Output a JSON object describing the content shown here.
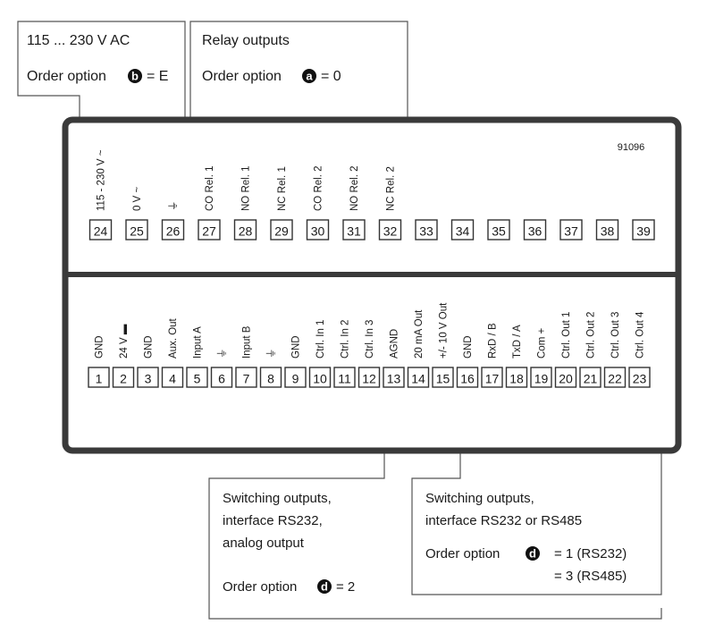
{
  "figure_id": "91096",
  "power_box": {
    "line1": "115 ... 230 V AC",
    "order_prefix": "Order option",
    "option_letter": "b",
    "order_suffix": "= E"
  },
  "relay_box": {
    "line1": "Relay outputs",
    "order_prefix": "Order option",
    "option_letter": "a",
    "order_suffix": "= 0"
  },
  "analog_box": {
    "lines": [
      "Switching outputs,",
      "interface RS232,",
      "analog output"
    ],
    "order_prefix": "Order option",
    "option_letter": "d",
    "order_suffix": "= 2"
  },
  "serial_box": {
    "lines": [
      "Switching outputs,",
      "interface RS232 or RS485"
    ],
    "order_prefix": "Order option",
    "option_letter": "d",
    "order_suffix": "= 1 (RS232)",
    "order_suffix2": "= 3 (RS485)"
  },
  "top_terminals": [
    {
      "num": "24",
      "label": "115 - 230 V ~"
    },
    {
      "num": "25",
      "label": "0 V ~"
    },
    {
      "num": "26",
      "label": "⏚"
    },
    {
      "num": "27",
      "label": "CO Rel. 1"
    },
    {
      "num": "28",
      "label": "NO Rel. 1"
    },
    {
      "num": "29",
      "label": "NC Rel. 1"
    },
    {
      "num": "30",
      "label": "CO Rel. 2"
    },
    {
      "num": "31",
      "label": "NO Rel. 2"
    },
    {
      "num": "32",
      "label": "NC Rel. 2"
    },
    {
      "num": "33",
      "label": ""
    },
    {
      "num": "34",
      "label": ""
    },
    {
      "num": "35",
      "label": ""
    },
    {
      "num": "36",
      "label": ""
    },
    {
      "num": "37",
      "label": ""
    },
    {
      "num": "38",
      "label": ""
    },
    {
      "num": "39",
      "label": ""
    }
  ],
  "bottom_terminals": [
    {
      "num": "1",
      "label": "GND"
    },
    {
      "num": "2",
      "label": "24 V ▬"
    },
    {
      "num": "3",
      "label": "GND"
    },
    {
      "num": "4",
      "label": "Aux. Out"
    },
    {
      "num": "5",
      "label": "Input A"
    },
    {
      "num": "6",
      "label": "⏚"
    },
    {
      "num": "7",
      "label": "Input B"
    },
    {
      "num": "8",
      "label": "⏚"
    },
    {
      "num": "9",
      "label": "GND"
    },
    {
      "num": "10",
      "label": "Ctrl. In 1"
    },
    {
      "num": "11",
      "label": "Ctrl. In 2"
    },
    {
      "num": "12",
      "label": "Ctrl. In 3"
    },
    {
      "num": "13",
      "label": "AGND"
    },
    {
      "num": "14",
      "label": "20 mA Out"
    },
    {
      "num": "15",
      "label": "+/- 10 V Out"
    },
    {
      "num": "16",
      "label": "GND"
    },
    {
      "num": "17",
      "label": "RxD / B"
    },
    {
      "num": "18",
      "label": "TxD / A"
    },
    {
      "num": "19",
      "label": "Com +"
    },
    {
      "num": "20",
      "label": "Ctrl. Out 1"
    },
    {
      "num": "21",
      "label": "Ctrl. Out 2"
    },
    {
      "num": "22",
      "label": "Ctrl. Out 3"
    },
    {
      "num": "23",
      "label": "Ctrl. Out 4"
    }
  ]
}
